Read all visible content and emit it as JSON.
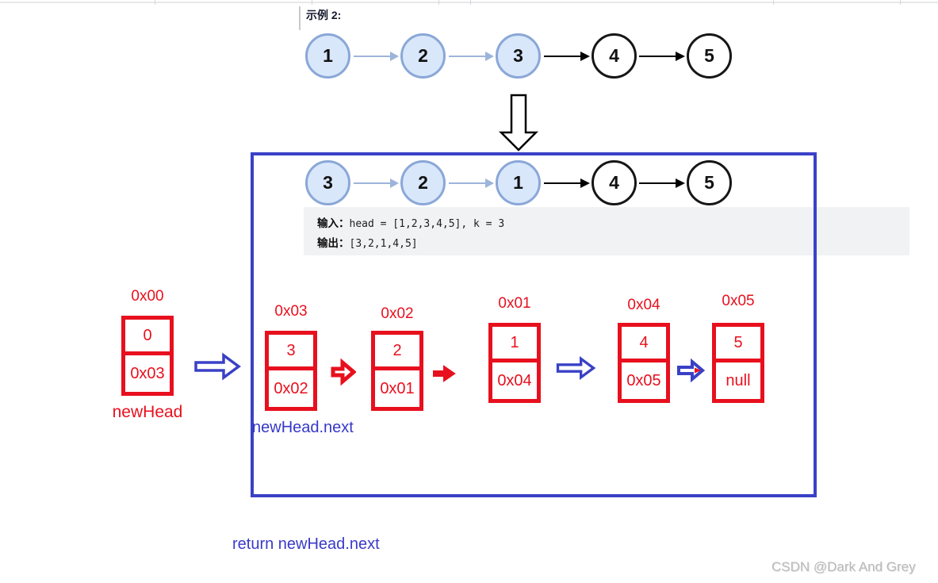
{
  "example": {
    "label": "示例 2:"
  },
  "top_list": {
    "nodes": [
      {
        "value": "1"
      },
      {
        "value": "2"
      },
      {
        "value": "3"
      },
      {
        "value": "4"
      },
      {
        "value": "5"
      }
    ]
  },
  "reversed_list": {
    "nodes": [
      {
        "value": "3"
      },
      {
        "value": "2"
      },
      {
        "value": "1"
      },
      {
        "value": "4"
      },
      {
        "value": "5"
      }
    ]
  },
  "io_block": {
    "input_label": "输入：",
    "input_value": "head = [1,2,3,4,5], k = 3",
    "output_label": "输出：",
    "output_value": "[3,2,1,4,5]"
  },
  "memory": {
    "boxes": [
      {
        "address": "0x00",
        "value": "0",
        "next": "0x03"
      },
      {
        "address": "0x03",
        "value": "3",
        "next": "0x02"
      },
      {
        "address": "0x02",
        "value": "2",
        "next": "0x01"
      },
      {
        "address": "0x01",
        "value": "1",
        "next": "0x04"
      },
      {
        "address": "0x04",
        "value": "4",
        "next": "0x05"
      },
      {
        "address": "0x05",
        "value": "5",
        "next": "null"
      }
    ],
    "captions": {
      "new_head": "newHead",
      "new_head_next": "newHead.next"
    }
  },
  "footer": {
    "return_text": "return  newHead.next"
  },
  "watermark": "CSDN @Dark And Grey",
  "icons": {
    "down_arrow": "hollow-down-arrow",
    "blue_right_arrows": "hollow-right-arrow",
    "red_hollow_arrow": "hollow-right-arrow-red",
    "red_solid_arrow": "solid-right-arrow-red"
  },
  "colors": {
    "node_fill_highlight": "#d9e7fb",
    "node_border_highlight": "#8aa7d7",
    "node_link_highlight": "#9db4db",
    "node_plain_border": "#161616",
    "memory_red": "#e8101e",
    "frame_blue": "#3a41c6",
    "label_blue": "#3538c9",
    "return_blue": "#3a3ac8",
    "io_background": "#f1f2f4",
    "watermark_gray": "#b9b9b9"
  }
}
